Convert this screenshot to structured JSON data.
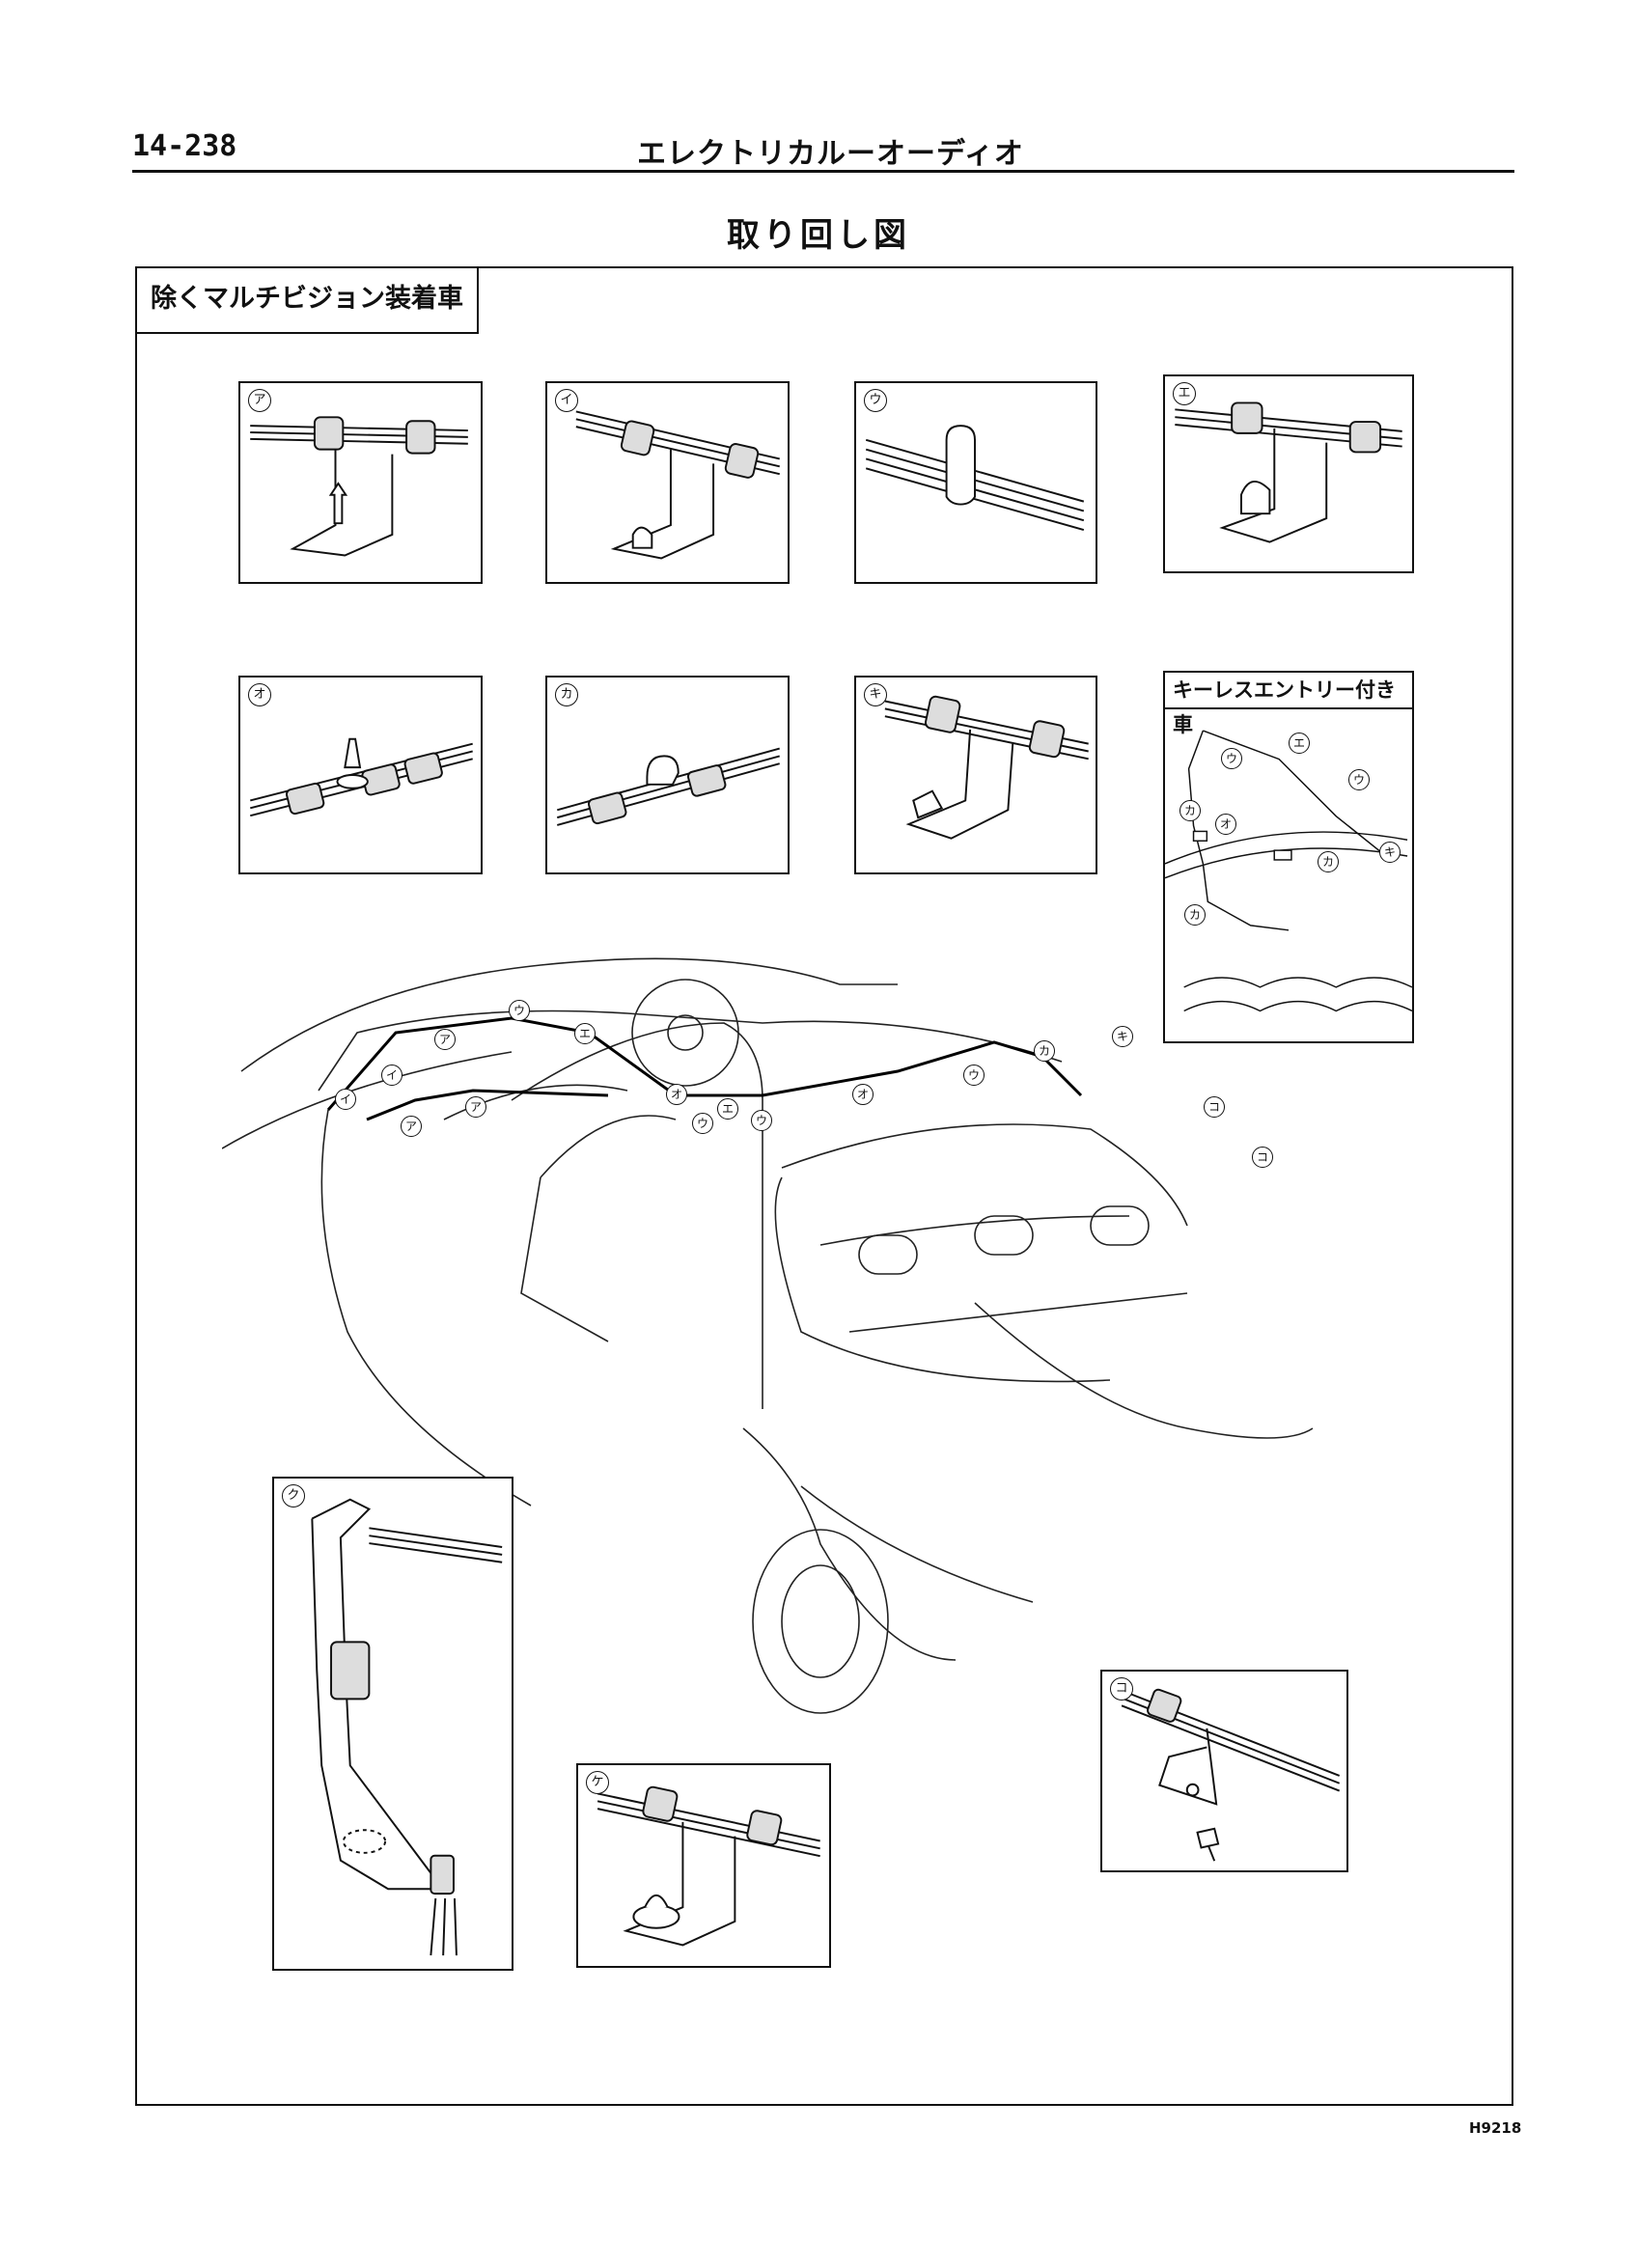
{
  "header": {
    "page_number": "14-238",
    "section_title": "エレクトリカルーオーディオ"
  },
  "diagram": {
    "title": "取り回し図",
    "variant_label": "除くマルチビジョン装着車",
    "image_code": "H9218"
  },
  "details": [
    {
      "marker": "ア"
    },
    {
      "marker": "イ"
    },
    {
      "marker": "ウ"
    },
    {
      "marker": "エ"
    },
    {
      "marker": "オ"
    },
    {
      "marker": "カ"
    },
    {
      "marker": "キ"
    },
    {
      "marker": "ク"
    },
    {
      "marker": "ケ"
    },
    {
      "marker": "コ"
    }
  ],
  "keyless_inset": {
    "label": "キーレスエントリー付き車",
    "markers": [
      "ウ",
      "エ",
      "ウ",
      "カ",
      "オ",
      "カ",
      "キ",
      "カ"
    ]
  },
  "car_callouts": [
    "イ",
    "イ",
    "ア",
    "ア",
    "ウ",
    "エ",
    "ア",
    "オ",
    "ウ",
    "エ",
    "ウ",
    "オ",
    "ウ",
    "カ",
    "キ",
    "コ",
    "コ"
  ]
}
